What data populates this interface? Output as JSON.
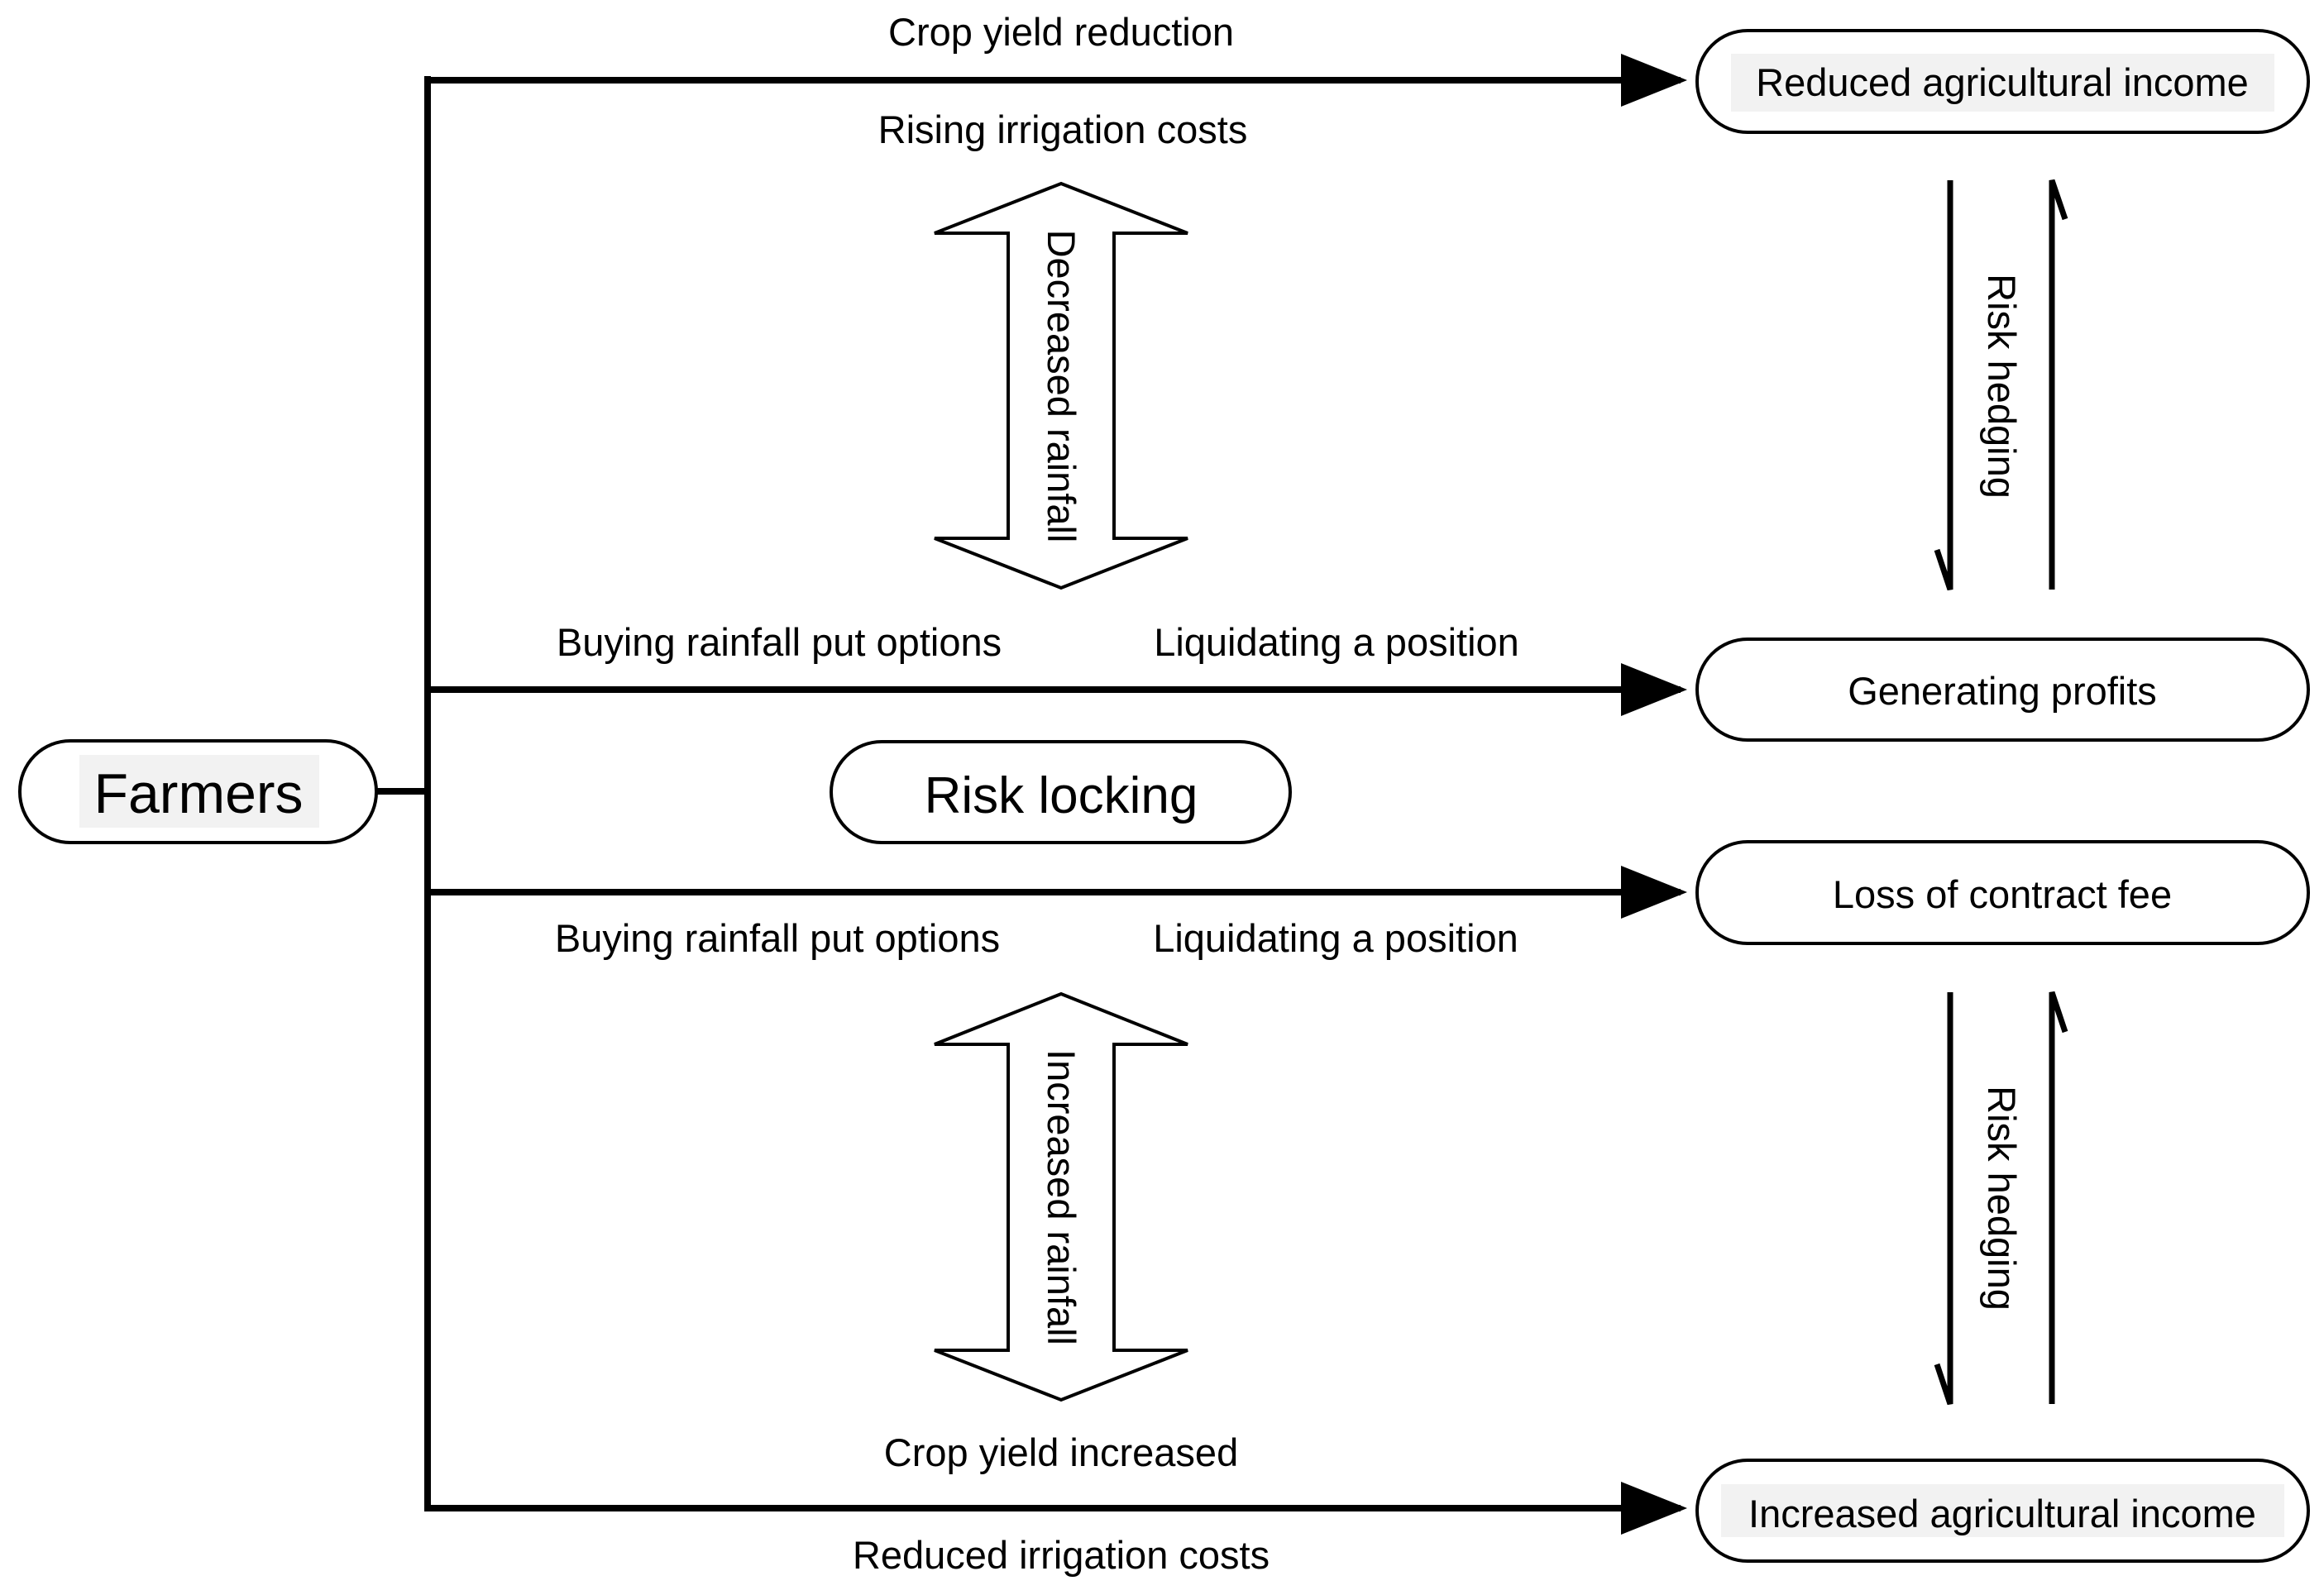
{
  "nodes": {
    "farmers": "Farmers",
    "risk_locking": "Risk locking",
    "reduced_income": "Reduced agricultural income",
    "generating_profits": "Generating profits",
    "loss_contract_fee": "Loss of contract fee",
    "increased_income": "Increased agricultural income"
  },
  "edges": {
    "top_above": "Crop yield reduction",
    "top_below": "Rising irrigation costs",
    "mid_upper_left": "Buying rainfall put options",
    "mid_upper_right": "Liquidating a position",
    "mid_lower_left": "Buying rainfall put options",
    "mid_lower_right": "Liquidating a position",
    "bottom_above": "Crop yield increased",
    "bottom_below": "Reduced irrigation costs"
  },
  "double_arrows": {
    "upper": "Decreased rainfall",
    "lower": "Increased rainfall"
  },
  "hedging": {
    "upper": "Risk hedging",
    "lower": "Risk hedging"
  }
}
